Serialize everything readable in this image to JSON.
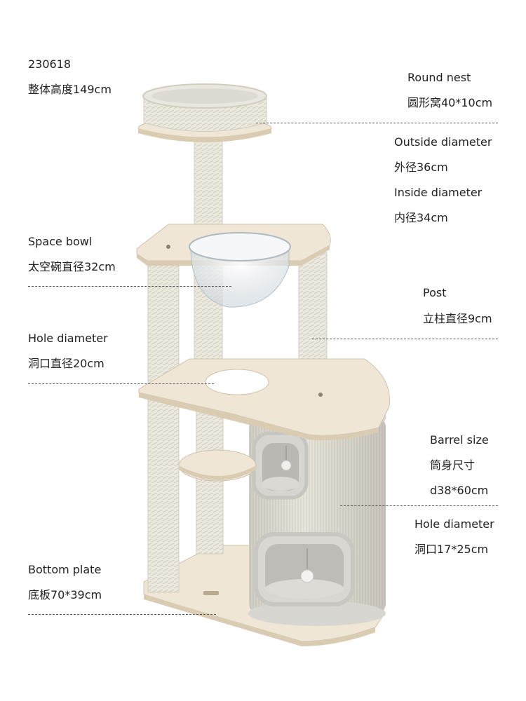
{
  "header": {
    "code": "230618",
    "total_height": "整体高度149cm"
  },
  "round_nest": {
    "title": "Round nest",
    "size": "圆形窝40*10cm"
  },
  "outside_diameter": {
    "title": "Outside  diameter",
    "value": "外径36cm"
  },
  "inside_diameter": {
    "title": "Inside diameter",
    "value": "内径34cm"
  },
  "space_bowl": {
    "title": "Space bowl",
    "value": "太空碗直径32cm"
  },
  "post": {
    "title": "Post",
    "value": "立柱直径9cm"
  },
  "hole_left": {
    "title": "Hole diameter",
    "value": "洞口直径20cm"
  },
  "barrel": {
    "title": "Barrel size",
    "value_cn": "筒身尺寸",
    "value": "d38*60cm"
  },
  "hole_right": {
    "title": "Hole diameter",
    "value": "洞口17*25cm"
  },
  "bottom_plate": {
    "title": "Bottom plate",
    "value": "底板70*39cm"
  },
  "colors": {
    "rope": "#ece9df",
    "wood": "#ece3d3",
    "plush": "#dadad6",
    "line": "#555555"
  }
}
